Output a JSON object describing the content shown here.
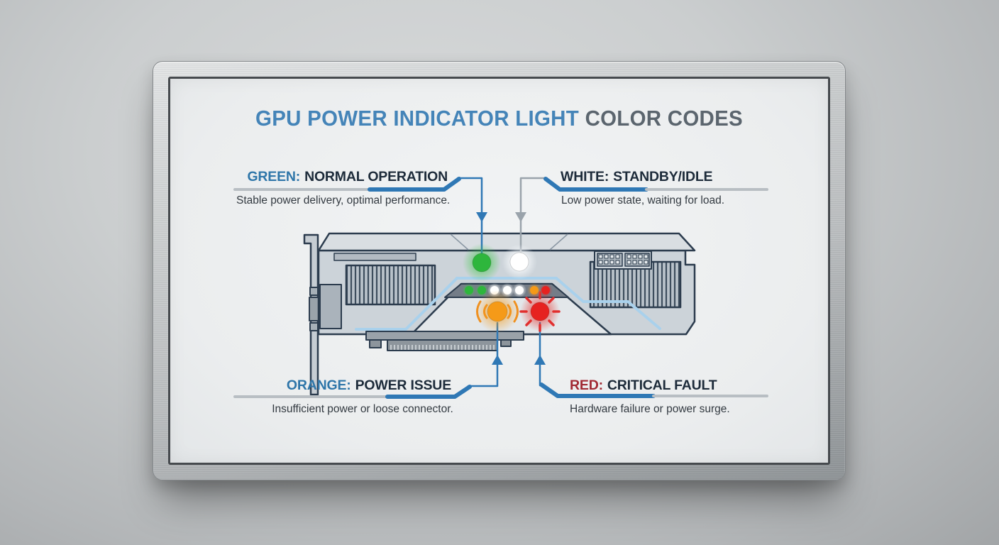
{
  "screen": {
    "title": {
      "highlight": "GPU POWER INDICATOR LIGHT",
      "rest": "COLOR CODES"
    }
  },
  "callouts": {
    "green": {
      "term": "GREEN:",
      "label": "NORMAL OPERATION",
      "description": "Stable power delivery, optimal performance."
    },
    "white": {
      "term": "WHITE:",
      "label": "STANDBY/IDLE",
      "description": "Low power state, waiting for load."
    },
    "orange": {
      "term": "ORANGE:",
      "label": "POWER ISSUE",
      "description": "Insufficient power or loose connector."
    },
    "red": {
      "term": "RED:",
      "label": "CRITICAL FAULT",
      "description": "Hardware failure or power surge."
    }
  },
  "gpu": {
    "status_strip_leds": [
      "green",
      "green",
      "white",
      "white",
      "white",
      "orange",
      "red"
    ],
    "indicator_leds": [
      "green",
      "white",
      "orange",
      "red"
    ]
  },
  "led_colors": {
    "green": "#2eb63c",
    "white": "#ffffff",
    "orange": "#f59a18",
    "red": "#e62220"
  },
  "accent_colors": {
    "title_blue": "#4484b8",
    "title_gray": "#5b656e",
    "term_blue": "#2f76a9",
    "term_red": "#a12a34",
    "label_dark": "#1d2b3a",
    "desc_gray": "#333a41",
    "callout_blue": "#2f78b5",
    "connector_gray": "#9aa3ab",
    "underline_gray": "#b8bec3"
  }
}
